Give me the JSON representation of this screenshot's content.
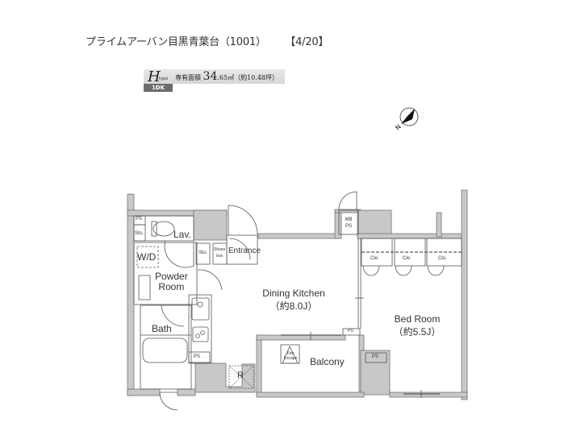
{
  "header": {
    "property_name": "プライムアーバン目黒青葉台（1001）",
    "page_indicator": "【4/20】"
  },
  "unit_type": {
    "type_letter": "H",
    "type_word": "type",
    "area_label": "専有面積",
    "area_big": "34",
    "area_small": ".65㎡（約10.48坪）",
    "layout": "1DK"
  },
  "compass": {
    "icon": "north-arrow-icon",
    "label": "N"
  },
  "rooms": {
    "ps_top": "PS",
    "sto_lav": "Sto.",
    "lav": "Lav.",
    "wd": "W/D",
    "sto_entry": "Sto.",
    "shoes_box_1": "Shoes",
    "shoes_box_2": "box",
    "entrance": "Entrance",
    "powder_1": "Powder",
    "powder_2": "Room",
    "bath": "Bath",
    "ps_kitchen": "PS",
    "refrigerator": "R",
    "dining_kitchen": "Dining Kitchen",
    "dining_size": "（約8.0J）",
    "mb_ps_1": "MB",
    "mb_ps_2": "PS",
    "closets": [
      "Clo.",
      "Clo.",
      "Clo."
    ],
    "bed_room": "Bed Room",
    "bed_size": "（約5.5J）",
    "balcony": "Balcony",
    "fire_escape_1": "Fire",
    "fire_escape_2": "Escape",
    "ps_balcony_small": "PS",
    "ps_balcony": "PS"
  },
  "colors": {
    "wall": "#c8c8c8",
    "line": "#555555",
    "band": "#dddddd",
    "ldk_badge": "#6b6b6b"
  }
}
